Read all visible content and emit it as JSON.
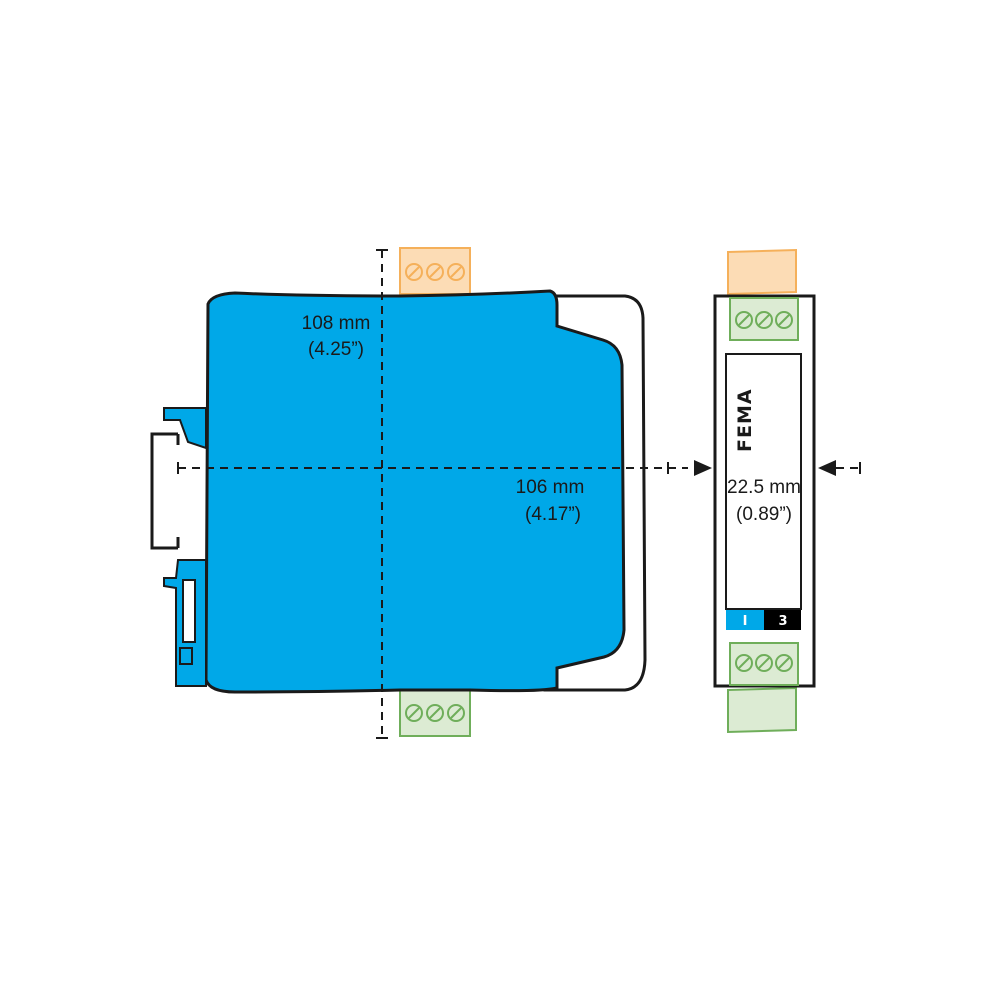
{
  "colors": {
    "body_blue": "#00a8e8",
    "outline": "#1a1a1a",
    "terminal_orange": "#f5b05a",
    "terminal_orange_fill": "#fcdcb5",
    "terminal_green": "#6fae5a",
    "terminal_green_fill": "#dcebd3",
    "label_blue": "#00a8e8",
    "label_black": "#000000"
  },
  "dimensions": {
    "height_mm": "108 mm",
    "height_in": "(4.25”)",
    "depth_mm": "106 mm",
    "depth_in": "(4.17”)",
    "width_mm": "22.5 mm",
    "width_in": "(0.89”)"
  },
  "front": {
    "brand": "FEMA",
    "label_left": "I",
    "label_right": "3"
  },
  "icons": {
    "screw": "screw-terminal-icon",
    "arrow": "dimension-arrow-icon"
  }
}
